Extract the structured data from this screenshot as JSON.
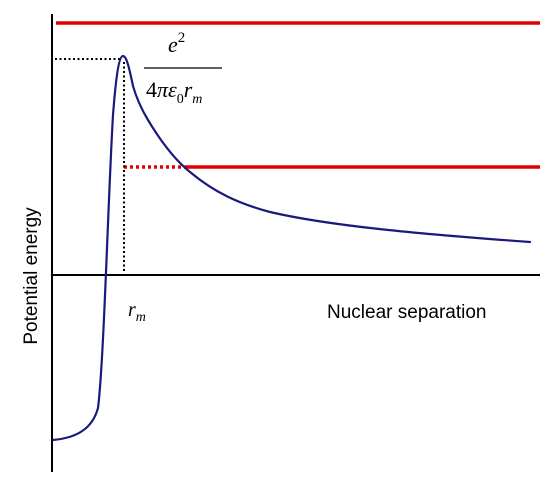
{
  "labels": {
    "y_axis": "Potential energy",
    "x_axis": "Nuclear separation"
  },
  "peak_formula": {
    "numerator_base": "e",
    "numerator_exp": "2",
    "den_coeff": "4",
    "den_pi": "π",
    "den_eps": "ε",
    "den_eps_sub": "0",
    "den_r": "r",
    "den_r_sub": "m"
  },
  "rm_label": {
    "base": "r",
    "sub": "m"
  },
  "colors": {
    "curve": "#1a1a7a",
    "energy_level": "#e00000",
    "axis": "#000000",
    "guide": "#000000"
  }
}
